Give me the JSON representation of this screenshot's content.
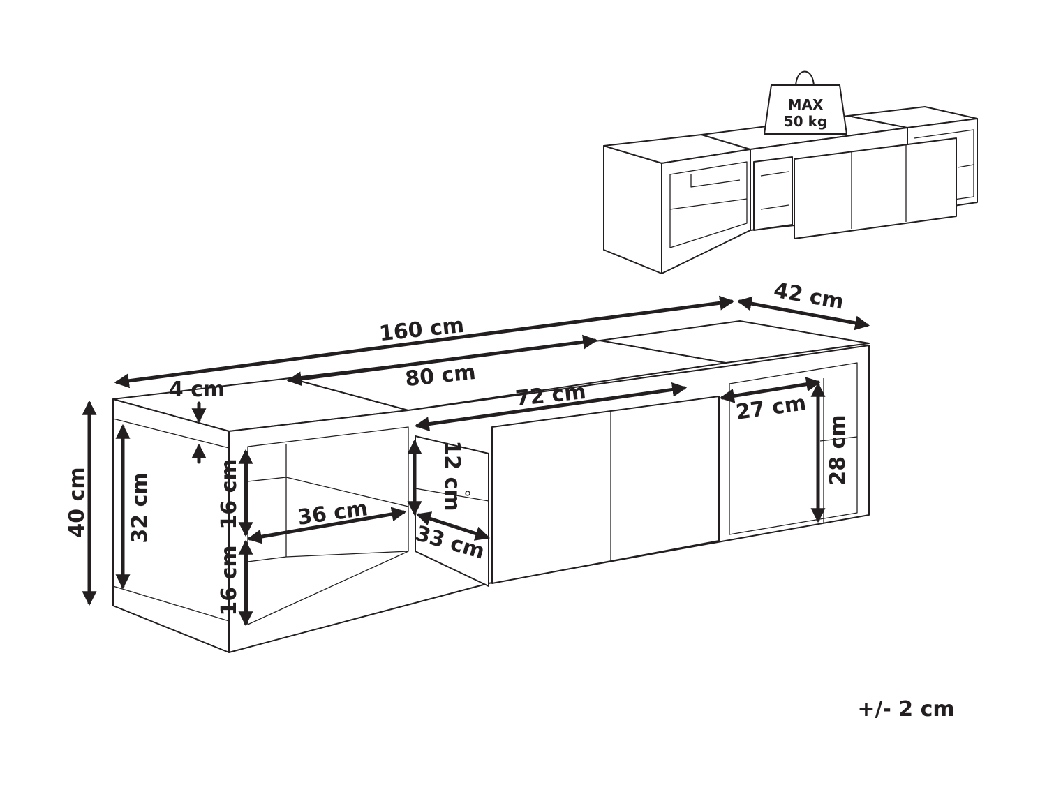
{
  "weight": {
    "line1": "MAX",
    "line2": "50 kg"
  },
  "dimensions": {
    "total_width": "160 cm",
    "depth": "42 cm",
    "center_width": "80 cm",
    "drawer_width": "72 cm",
    "top_thickness": "4 cm",
    "side_compartment_width": "27 cm",
    "total_height": "40 cm",
    "inner_height": "32 cm",
    "shelf_upper_height": "16 cm",
    "shelf_lower_height": "16 cm",
    "drawer_height": "12 cm",
    "shelf_depth": "36 cm",
    "drawer_depth": "33 cm",
    "side_compartment_height": "28 cm"
  },
  "tolerance": "+/- 2 cm"
}
